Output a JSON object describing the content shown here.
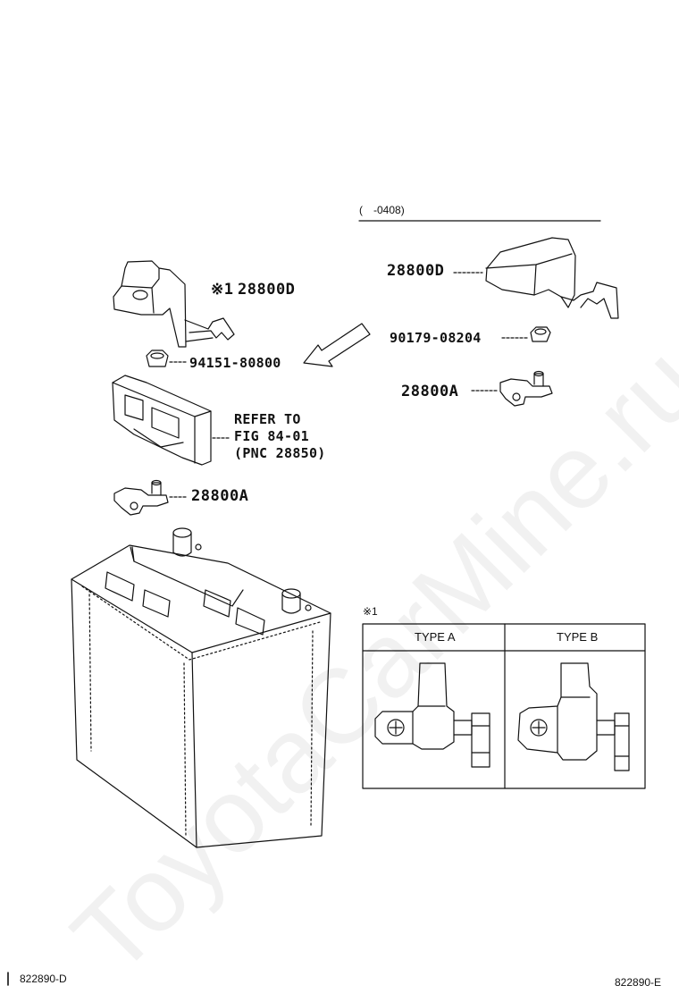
{
  "period_note": "(　-0408)",
  "parts": {
    "cover_left": "28800D",
    "cover_left_mark": "※1",
    "cover_right": "28800D",
    "nut_right": "90179-08204",
    "nut_left": "94151-80800",
    "terminal_right": "28800A",
    "terminal_left": "28800A"
  },
  "refer": {
    "line1": "REFER TO",
    "line2": "FIG 84-01",
    "line3": "(PNC 28850)"
  },
  "inset": {
    "note_mark": "※1",
    "type_a": "TYPE A",
    "type_b": "TYPE B"
  },
  "footer": {
    "left_code": "822890-D",
    "right_code": "822890-E"
  },
  "watermark": "ToyotaCarMine.ru"
}
